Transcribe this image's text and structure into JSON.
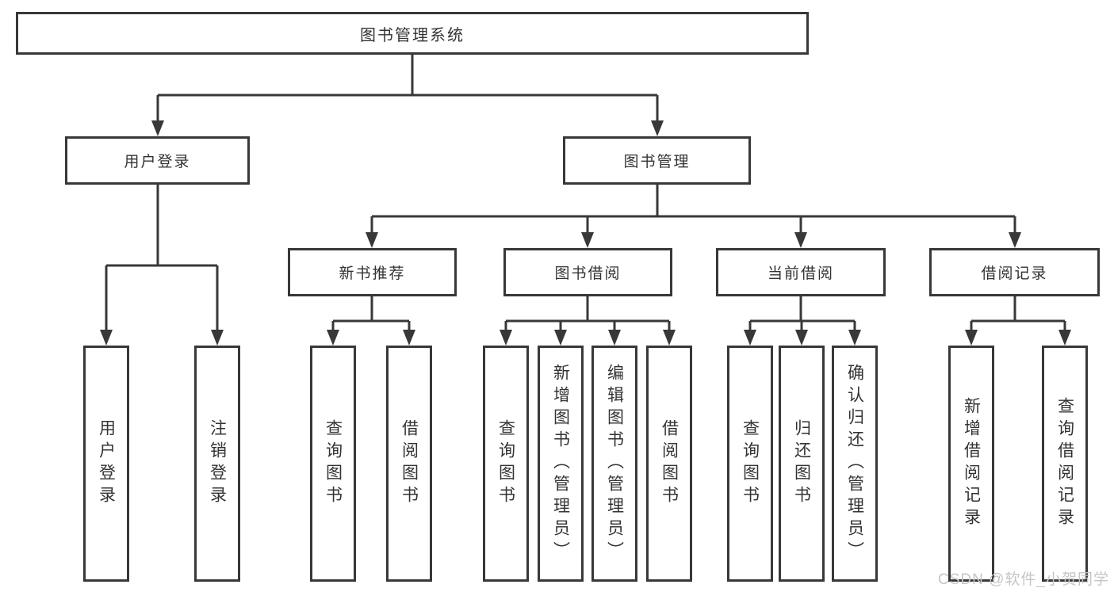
{
  "diagram_title": "图书管理系统",
  "tree": {
    "label": "图书管理系统",
    "children": [
      {
        "label": "用户登录",
        "children": [
          {
            "label": "用户登录"
          },
          {
            "label": "注销登录"
          }
        ]
      },
      {
        "label": "图书管理",
        "children": [
          {
            "label": "新书推荐",
            "children": [
              {
                "label": "查询图书"
              },
              {
                "label": "借阅图书"
              }
            ]
          },
          {
            "label": "图书借阅",
            "children": [
              {
                "label": "查询图书"
              },
              {
                "label": "新增图书（管理员）"
              },
              {
                "label": "编辑图书（管理员）"
              },
              {
                "label": "借阅图书"
              }
            ]
          },
          {
            "label": "当前借阅",
            "children": [
              {
                "label": "查询图书"
              },
              {
                "label": "归还图书"
              },
              {
                "label": "确认归还（管理员）"
              }
            ]
          },
          {
            "label": "借阅记录",
            "children": [
              {
                "label": "新增借阅记录"
              },
              {
                "label": "查询借阅记录"
              }
            ]
          }
        ]
      }
    ]
  },
  "watermark": "CSDN @软件_小贺同学",
  "colors": {
    "line": "#383838",
    "text": "#333333",
    "background": "#ffffff",
    "watermark": "#c5c5c5"
  }
}
